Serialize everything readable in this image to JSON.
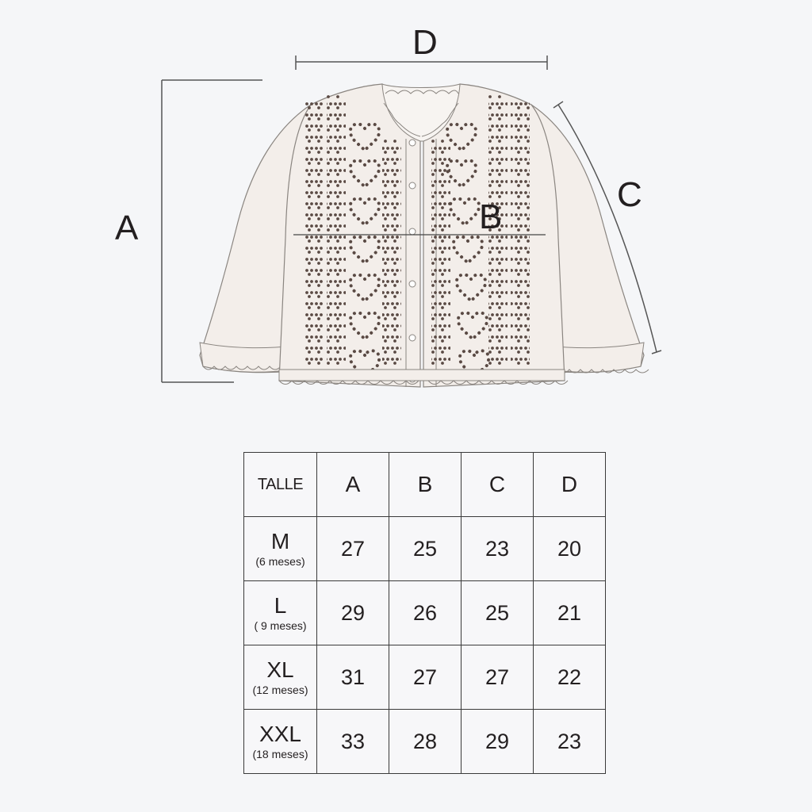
{
  "dimension_labels": {
    "a": "A",
    "b": "B",
    "c": "C",
    "d": "D"
  },
  "table": {
    "header": {
      "size_label": "TALLE",
      "columns": [
        "A",
        "B",
        "C",
        "D"
      ]
    },
    "rows": [
      {
        "size": "M",
        "age": "(6 meses)",
        "values": [
          "27",
          "25",
          "23",
          "20"
        ]
      },
      {
        "size": "L",
        "age": "( 9 meses)",
        "values": [
          "29",
          "26",
          "25",
          "21"
        ]
      },
      {
        "size": "XL",
        "age": "(12 meses)",
        "values": [
          "31",
          "27",
          "27",
          "22"
        ]
      },
      {
        "size": "XXL",
        "age": "(18 meses)",
        "values": [
          "33",
          "28",
          "29",
          "23"
        ]
      }
    ]
  },
  "colors": {
    "background": "#f5f6f8",
    "garment_fill": "#f3eeea",
    "outline": "#8a8580",
    "stitch": "#5a4a44",
    "text": "#231f20"
  }
}
